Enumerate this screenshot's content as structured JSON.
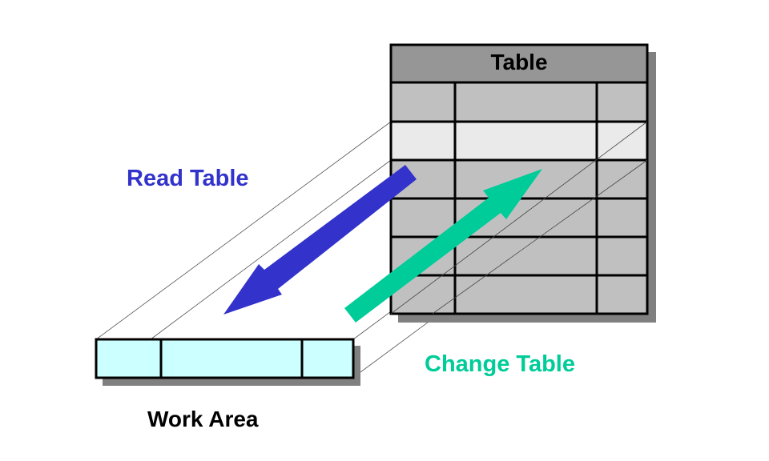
{
  "table": {
    "title": "Table",
    "rows": 6,
    "highlighted_row": 2
  },
  "work_area": {
    "label": "Work Area"
  },
  "arrows": {
    "read": {
      "label": "Read Table",
      "color": "#3333cc"
    },
    "change": {
      "label": "Change Table",
      "color": "#00cc99"
    }
  },
  "colors": {
    "header": "#969696",
    "row": "#c0c0c0",
    "highlight": "#eaeaea",
    "work_area": "#ccffff",
    "shadow": "#808080"
  }
}
